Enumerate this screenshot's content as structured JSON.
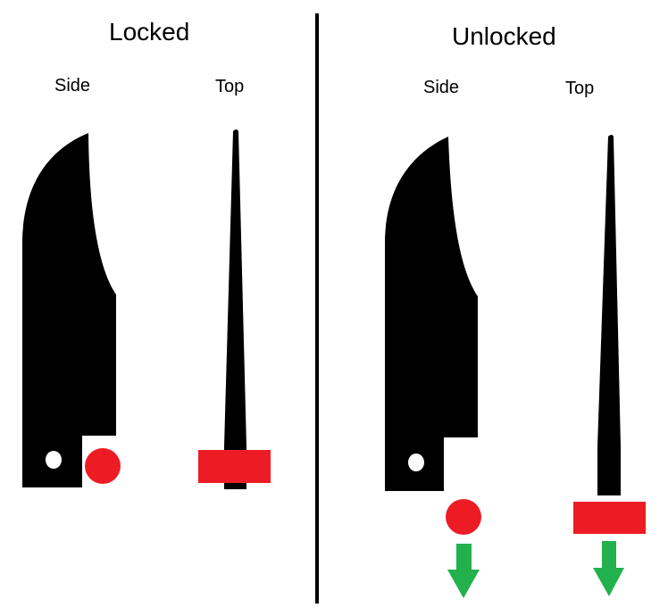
{
  "panels": {
    "locked": {
      "title": "Locked",
      "side_label": "Side",
      "top_label": "Top"
    },
    "unlocked": {
      "title": "Unlocked",
      "side_label": "Side",
      "top_label": "Top"
    }
  },
  "colors": {
    "blade": "#000000",
    "lock_pin": "#ed1c24",
    "arrow": "#22b14c",
    "hole": "#ffffff"
  },
  "icons": {
    "side_view": "knife-blade-side",
    "top_view": "knife-blade-top",
    "pin": "red-lock-pin",
    "motion": "down-arrow"
  }
}
